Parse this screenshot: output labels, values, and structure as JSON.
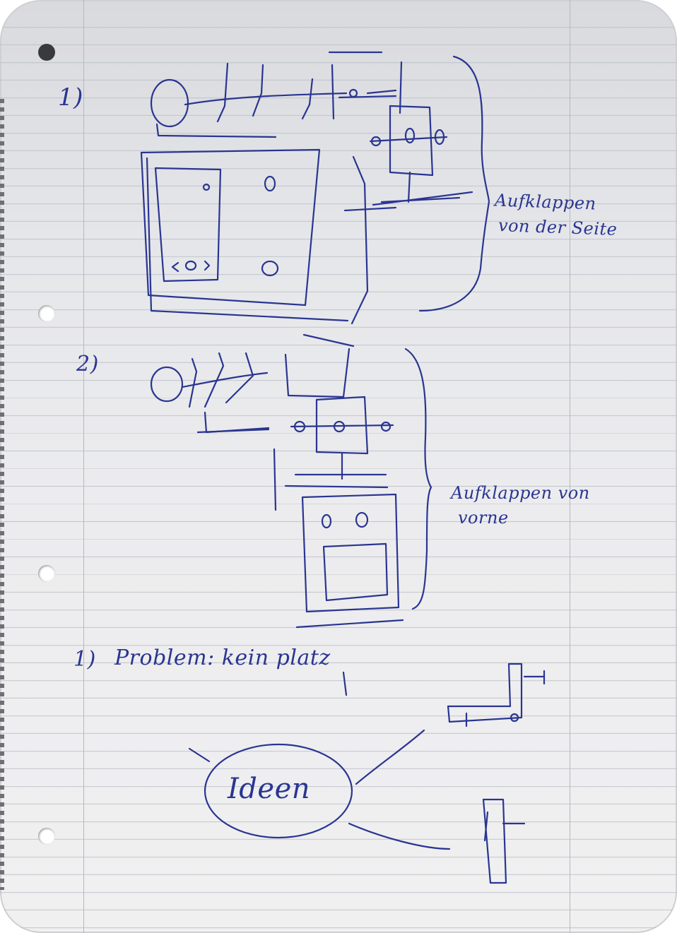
{
  "page": {
    "section_1": {
      "number": "1)",
      "note_line_1": "Aufklappen",
      "note_line_2": "von der Seite"
    },
    "section_2": {
      "number": "2)",
      "note_line_1": "Aufklappen von",
      "note_line_2": "vorne"
    },
    "problem": {
      "number": "1)",
      "text": "Problem: kein platz"
    },
    "ideas": {
      "label": "Ideen"
    }
  },
  "colors": {
    "ink": "#2a3591",
    "paper": "#ececee",
    "rule_line": "#b9bcc6",
    "margin_line": "#b7b7bd"
  }
}
